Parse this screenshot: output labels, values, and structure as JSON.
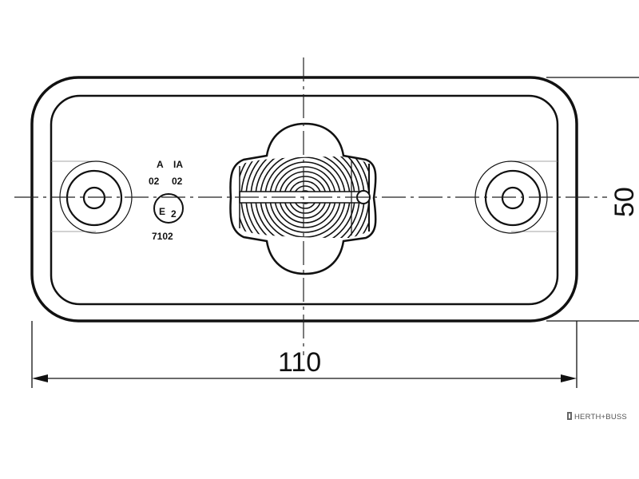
{
  "dimensions": {
    "width": "110",
    "height": "50"
  },
  "markings": {
    "col1_header": "A",
    "col2_header": "IA",
    "col1_value": "02",
    "col2_value": "02",
    "approval_letter": "E",
    "approval_number": "2",
    "approval_code": "7102"
  },
  "watermark": "HERTH+BUSS",
  "icons": {
    "lamp_lens": "circular-ridged-lens-icon",
    "brand_logo": "herth-buss-logo-icon"
  }
}
